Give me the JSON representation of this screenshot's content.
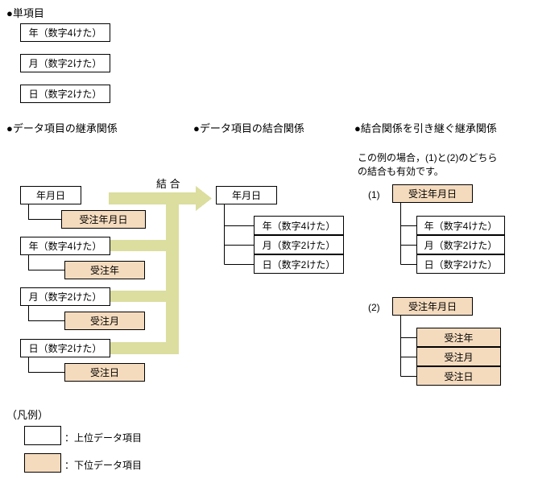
{
  "single_items": {
    "title": "●単項目",
    "items": [
      "年（数字4けた）",
      "月（数字2けた）",
      "日（数字2けた）"
    ]
  },
  "inheritance": {
    "title": "●データ項目の継承関係",
    "arrow_label": "結 合",
    "pairs": [
      {
        "parent": "年月日",
        "child": "受注年月日"
      },
      {
        "parent": "年（数字4けた）",
        "child": "受注年"
      },
      {
        "parent": "月（数字2けた）",
        "child": "受注月"
      },
      {
        "parent": "日（数字2けた）",
        "child": "受注日"
      }
    ]
  },
  "combination": {
    "title": "●データ項目の結合関係",
    "root": "年月日",
    "children": [
      "年（数字4けた）",
      "月（数字2けた）",
      "日（数字2けた）"
    ]
  },
  "inherited": {
    "title": "●結合関係を引き継ぐ継承関係",
    "note1": "この例の場合，(1)と(2)のどちら",
    "note2": "の結合も有効です。",
    "ex1_label": "(1)",
    "ex1_root": "受注年月日",
    "ex1_children": [
      "年（数字4けた）",
      "月（数字2けた）",
      "日（数字2けた）"
    ],
    "ex2_label": "(2)",
    "ex2_root": "受注年月日",
    "ex2_children": [
      "受注年",
      "受注月",
      "受注日"
    ]
  },
  "legend": {
    "title": "（凡例）",
    "upper_label": "：上位データ項目",
    "lower_label": "：下位データ項目"
  },
  "colors": {
    "upper_box": "#FFFFFF",
    "lower_box": "#F5DBBE",
    "arrow": "#DBDE9E",
    "border": "#000000"
  }
}
